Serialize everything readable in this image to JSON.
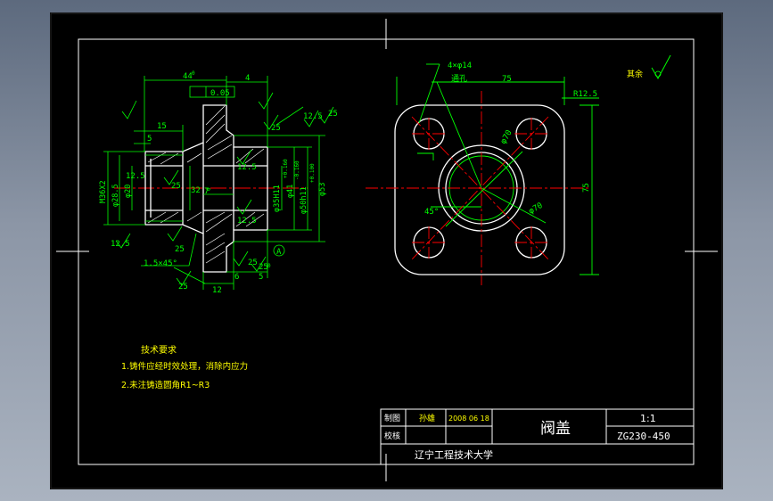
{
  "colors": {
    "background": "#000000",
    "frame": "#ffffff",
    "outline": "#ffffff",
    "dimension": "#00ff00",
    "center_line": "#ff0000",
    "notes": "#ffff00",
    "viewport": "#7f8a9b"
  },
  "title_block": {
    "drawn_label": "制图",
    "drawn_name": "孙雄",
    "drawn_date": "2008 06 18",
    "checked_label": "校核",
    "part_name": "阀盖",
    "scale": "1:1",
    "material": "ZG230-450",
    "school": "辽宁工程技术大学"
  },
  "roughness_note": "其余",
  "tech_requirements": {
    "heading": "技术要求",
    "items": [
      "1.铸件应经时效处理，消除内应力",
      "2.未注铸造圆角R1~R3"
    ]
  },
  "section_view": {
    "dims": {
      "d1": "44",
      "d1_tol": "-0.\n-0.",
      "d2": "4",
      "tol_frame_flatness": "0.05",
      "ra_25_a": "25",
      "ra_25_b": "25",
      "ra_125_a": "12.5",
      "ra_125_b": "12.5",
      "ra_125_c": "12.5",
      "ra_125_d": "12.5",
      "ra_125_e": "12.5",
      "ra_25_c": "25",
      "ra_25_d": "25",
      "ra_25_e": "25",
      "d15": "15",
      "d5": "5",
      "m36": "M36X2",
      "d_phi28": "φ28.5",
      "d_phi20": "φ20",
      "d_phi35": "φ35H11",
      "d_phi41": "φ41",
      "d_phi50": "φ50h11",
      "d_phi53": "φ53",
      "d_32": "32",
      "d_7": "7",
      "chamfer": "1.5×45°",
      "d_12_bottom": "12",
      "d_6": "6",
      "d_5_bottom": "5",
      "ra_bottom_1": "25",
      "ra_bottom_2": "25",
      "datum_a": "A",
      "tol_a": "0",
      "tol_b": "+0.160",
      "tol_c": "+0.100",
      "tol_d": "0",
      "tol_e": "-0.160",
      "tol_f": "0"
    }
  },
  "top_view": {
    "dims": {
      "holes": "4×φ14",
      "through": "通孔",
      "width": "75",
      "height": "75",
      "corner_radius": "R12.5",
      "pcd_1": "φ70",
      "pcd_2": "φ70",
      "angle": "45°"
    }
  }
}
